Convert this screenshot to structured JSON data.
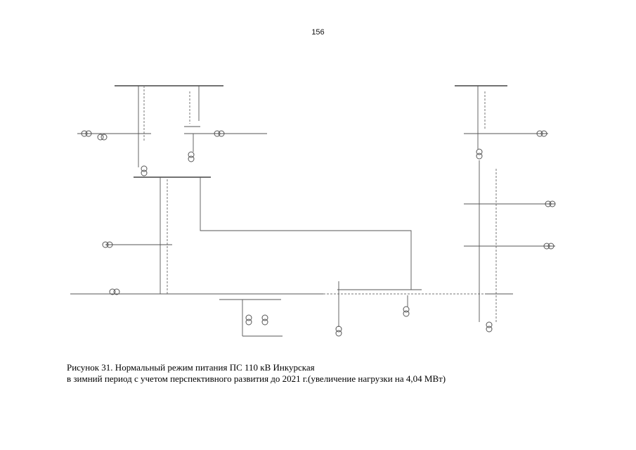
{
  "page": {
    "number": "156"
  },
  "caption": {
    "line1": "Рисунок 31. Нормальный режим  питания  ПС 110 кВ Инкурская",
    "line2": "в зимний период с учетом перспективного развития до 2021 г.(увеличение нагрузки на 4,04 МВт)"
  },
  "diagram": {
    "labels": {}
  }
}
